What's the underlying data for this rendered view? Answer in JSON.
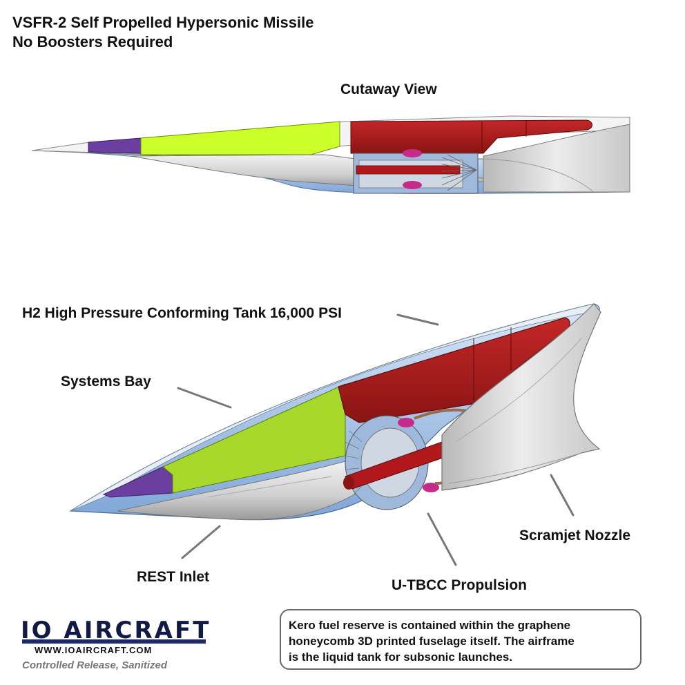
{
  "title": {
    "line1": "VSFR-2 Self Propelled Hypersonic Missile",
    "line2": "No Boosters Required"
  },
  "views": {
    "cutaway_label": "Cutaway View"
  },
  "callouts": {
    "h2_tank": "H2 High Pressure Conforming Tank 16,000 PSI",
    "systems_bay": "Systems Bay",
    "rest_inlet": "REST Inlet",
    "utbcc": "U-TBCC Propulsion",
    "scramjet": "Scramjet Nozzle"
  },
  "note": {
    "line1": "Kero fuel reserve is contained within the graphene",
    "line2": "honeycomb 3D printed fuselage itself. The airframe",
    "line3": "is the liquid tank for subsonic launches."
  },
  "logo": {
    "name": "IO AIRCRAFT",
    "url": "WWW.IOAIRCRAFT.COM",
    "release": "Controlled Release, Sanitized"
  },
  "colors": {
    "h2_tank": "#a51d1d",
    "systems_bay": "#b9e62a",
    "nose_bay": "#6b3fa0",
    "airframe": "#d8d8d8",
    "hull_blue": "#8fb4e0"
  }
}
